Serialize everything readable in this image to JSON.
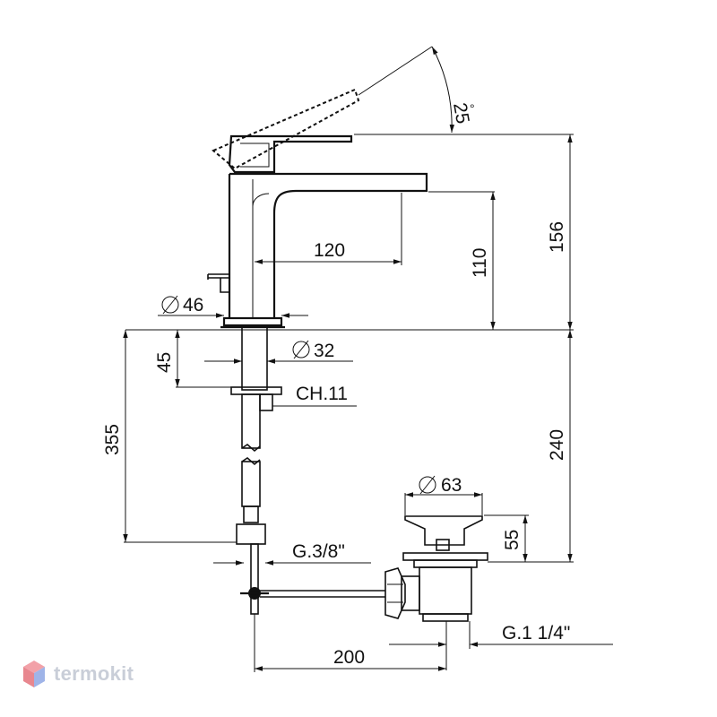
{
  "dimensions": {
    "angle": "25",
    "degree": "°",
    "total_height": "156",
    "spout_height": "110",
    "spout_reach": "120",
    "base_diameter": "46",
    "shank_diameter": "32",
    "shank_length": "45",
    "nut": "CH.11",
    "hose_length": "355",
    "body_height": "240",
    "drain_diameter": "63",
    "drain_height": "55",
    "hose_thread": "G.3/8\"",
    "drain_thread": "G.1 1/4\"",
    "rod_length": "200"
  },
  "watermark": {
    "text": "termokit"
  }
}
